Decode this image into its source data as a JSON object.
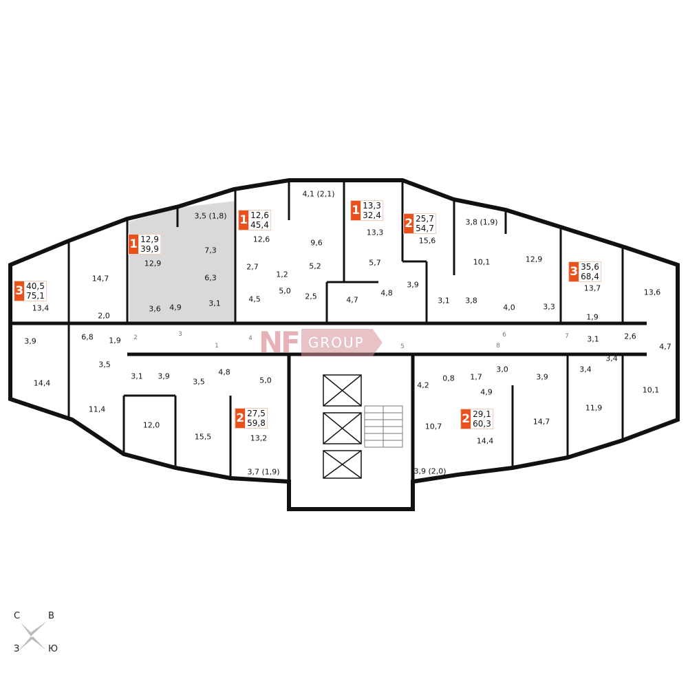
{
  "colors": {
    "accent": "#e8501c",
    "selected_fill": "#d9d9d9",
    "wall": "#111111",
    "logo": "#d4727f"
  },
  "logo": {
    "brand": "NF",
    "word": "GROUP"
  },
  "compass": {
    "north": "С",
    "east": "В",
    "west": "З",
    "south": "Ю"
  },
  "apartments": [
    {
      "rooms": "3",
      "living": "40,5",
      "total": "75,1"
    },
    {
      "rooms": "1",
      "living": "12,9",
      "total": "39,9",
      "selected": true
    },
    {
      "rooms": "1",
      "living": "12,6",
      "total": "45,4"
    },
    {
      "rooms": "1",
      "living": "13,3",
      "total": "32,4"
    },
    {
      "rooms": "2",
      "living": "25,7",
      "total": "54,7"
    },
    {
      "rooms": "3",
      "living": "35,6",
      "total": "68,4"
    },
    {
      "rooms": "2",
      "living": "27,5",
      "total": "59,8"
    },
    {
      "rooms": "2",
      "living": "29,1",
      "total": "60,3"
    }
  ],
  "rooms": [
    "13,4",
    "14,7",
    "12,9",
    "3,5 (1,8)",
    "7,3",
    "6,3",
    "3,6",
    "4,9",
    "3,1",
    "2,0",
    "6,8",
    "1,9",
    "3,9",
    "3,5",
    "3,1",
    "14,4",
    "11,4",
    "3,9",
    "3,5",
    "4,8",
    "5,0",
    "12,0",
    "15,5",
    "13,2",
    "3,7 (1,9)",
    "12,6",
    "4,1 (2,1)",
    "9,6",
    "2,7",
    "1,2",
    "5,2",
    "5,0",
    "4,5",
    "2,5",
    "13,3",
    "5,7",
    "4,7",
    "4,8",
    "3,9",
    "15,6",
    "3,8 (1,9)",
    "10,1",
    "3,1",
    "3,8",
    "12,9",
    "4,0",
    "3,3",
    "13,7",
    "13,6",
    "1,9",
    "3,1",
    "2,6",
    "4,7",
    "3,4",
    "3,4",
    "3,9",
    "3,0",
    "1,7",
    "0,8",
    "4,2",
    "4,9",
    "10,7",
    "14,4",
    "14,7",
    "11,9",
    "10,1",
    "3,9 (2,0)"
  ],
  "doors": [
    "1",
    "2",
    "3",
    "4",
    "5",
    "6",
    "7",
    "8"
  ]
}
